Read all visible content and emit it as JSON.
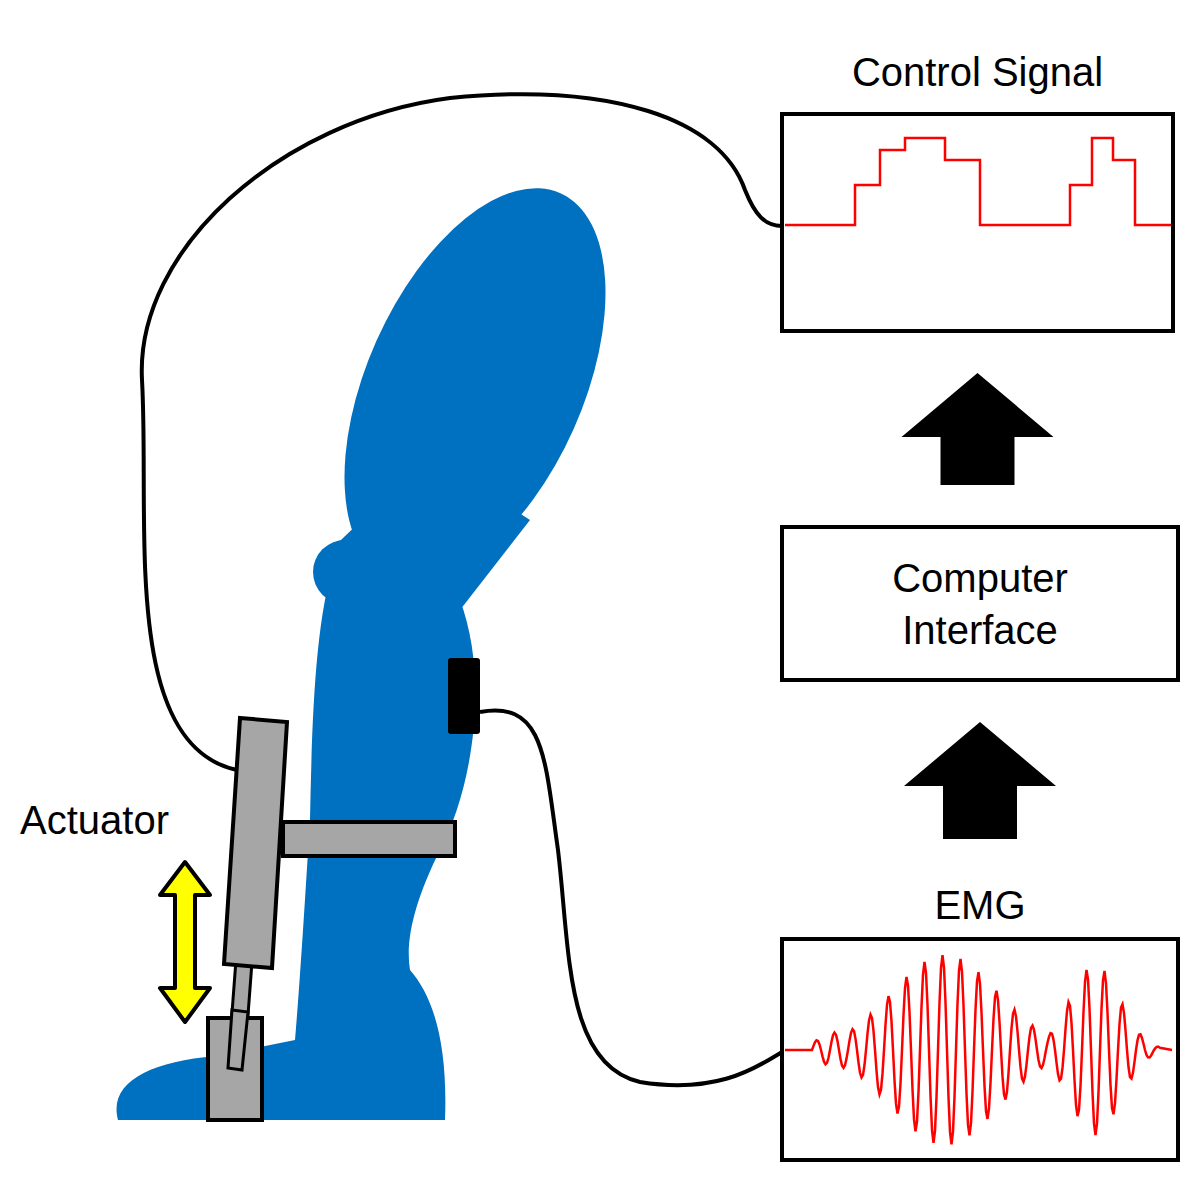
{
  "diagram": {
    "nodes": [
      {
        "text": [
          "Control Signal"
        ]
      },
      {
        "text": [
          "Computer Interface"
        ]
      },
      {
        "text": [
          "EMG"
        ]
      }
    ],
    "edges": [
      {
        "from": 2,
        "to": 1,
        "arrow": "to"
      },
      {
        "from": 1,
        "to": 0,
        "arrow": "to"
      }
    ],
    "labels": [
      "Actuator"
    ]
  }
}
